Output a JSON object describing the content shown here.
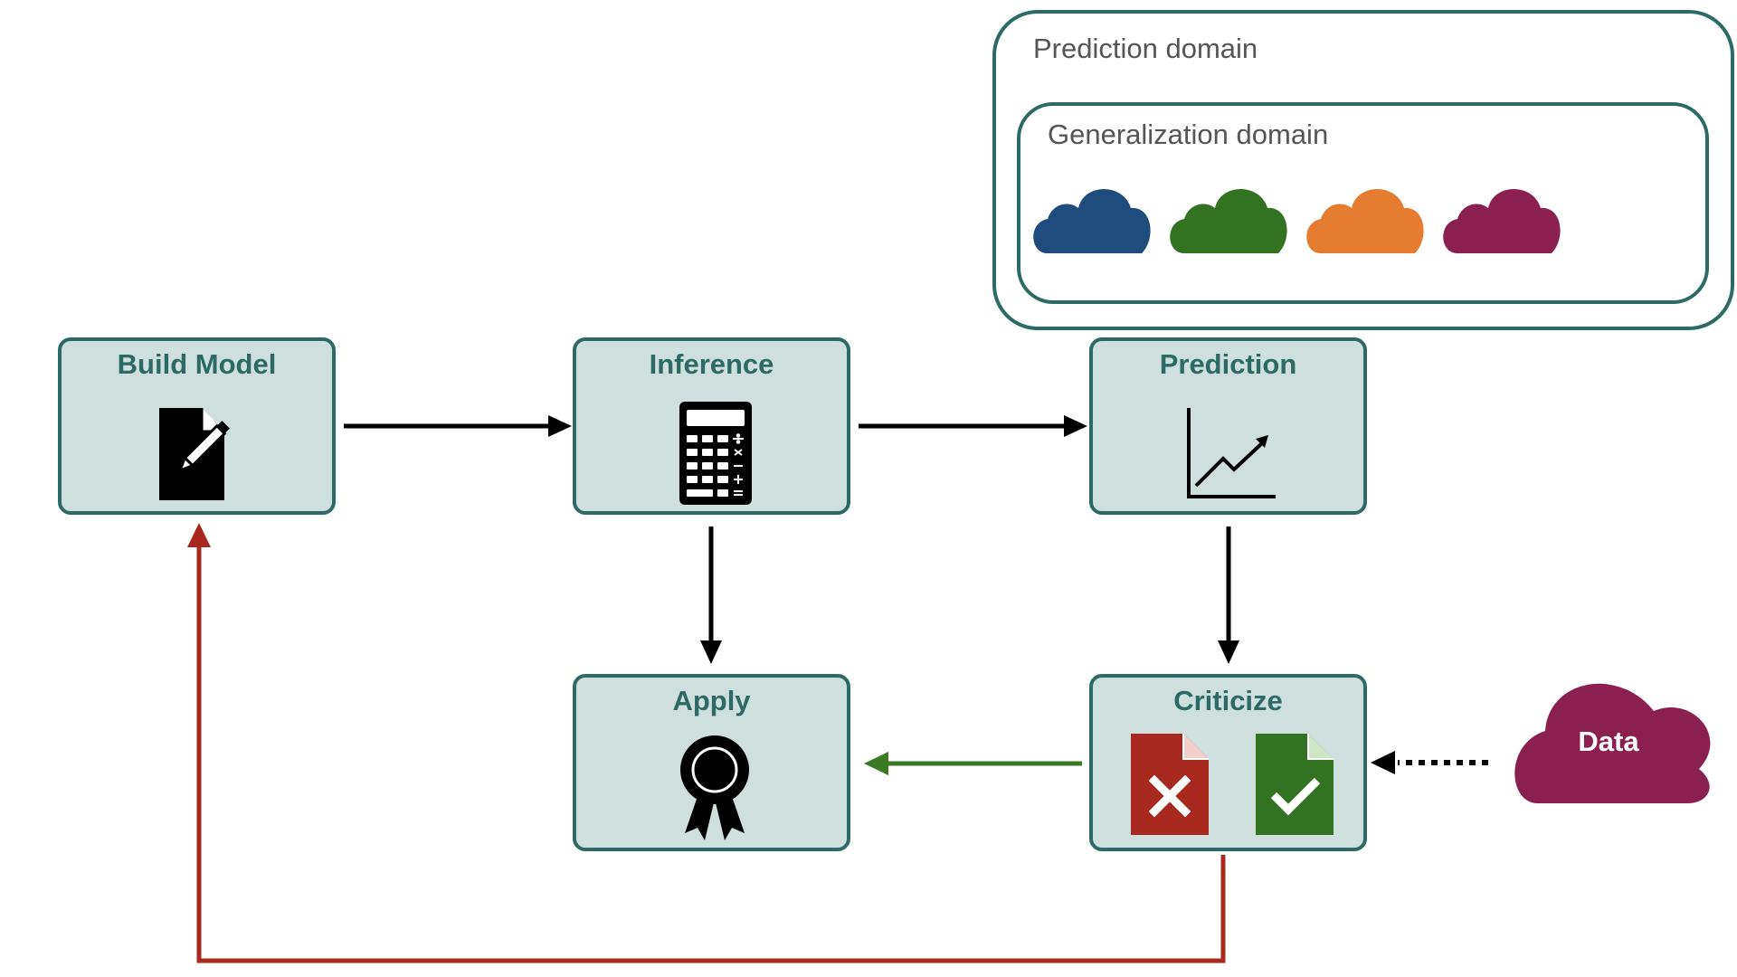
{
  "domains": {
    "outer_label": "Prediction domain",
    "inner_label": "Generalization domain",
    "clouds": [
      {
        "icon": "cloud-icon",
        "color": "#1e4d7d"
      },
      {
        "icon": "cloud-icon",
        "color": "#327321"
      },
      {
        "icon": "cloud-icon",
        "color": "#e57c2f"
      },
      {
        "icon": "cloud-icon",
        "color": "#8b1f4f"
      }
    ]
  },
  "nodes": {
    "build_model": {
      "title": "Build Model",
      "icon": "document-pencil-icon"
    },
    "inference": {
      "title": "Inference",
      "icon": "calculator-icon"
    },
    "prediction": {
      "title": "Prediction",
      "icon": "line-chart-icon"
    },
    "apply": {
      "title": "Apply",
      "icon": "award-ribbon-icon"
    },
    "criticize": {
      "title": "Criticize",
      "icons": [
        "reject-document-icon",
        "accept-document-icon"
      ]
    }
  },
  "data_source": {
    "label": "Data",
    "icon": "cloud-icon",
    "color": "#8b1f4f"
  },
  "edges": [
    {
      "from": "Build Model",
      "to": "Inference",
      "style": "solid",
      "color": "#000000"
    },
    {
      "from": "Inference",
      "to": "Prediction",
      "style": "solid",
      "color": "#000000"
    },
    {
      "from": "Inference",
      "to": "Apply",
      "style": "solid",
      "color": "#000000"
    },
    {
      "from": "Prediction",
      "to": "Criticize",
      "style": "solid",
      "color": "#000000"
    },
    {
      "from": "Data",
      "to": "Criticize",
      "style": "dotted",
      "color": "#000000"
    },
    {
      "from": "Criticize",
      "to": "Apply",
      "style": "solid",
      "color": "#3a7a25"
    },
    {
      "from": "Criticize",
      "to": "Build Model",
      "style": "solid",
      "color": "#a82a1e"
    }
  ],
  "colors": {
    "node_fill": "#cfdfde",
    "node_border": "#2c6b65",
    "title_text": "#2c6b65"
  }
}
